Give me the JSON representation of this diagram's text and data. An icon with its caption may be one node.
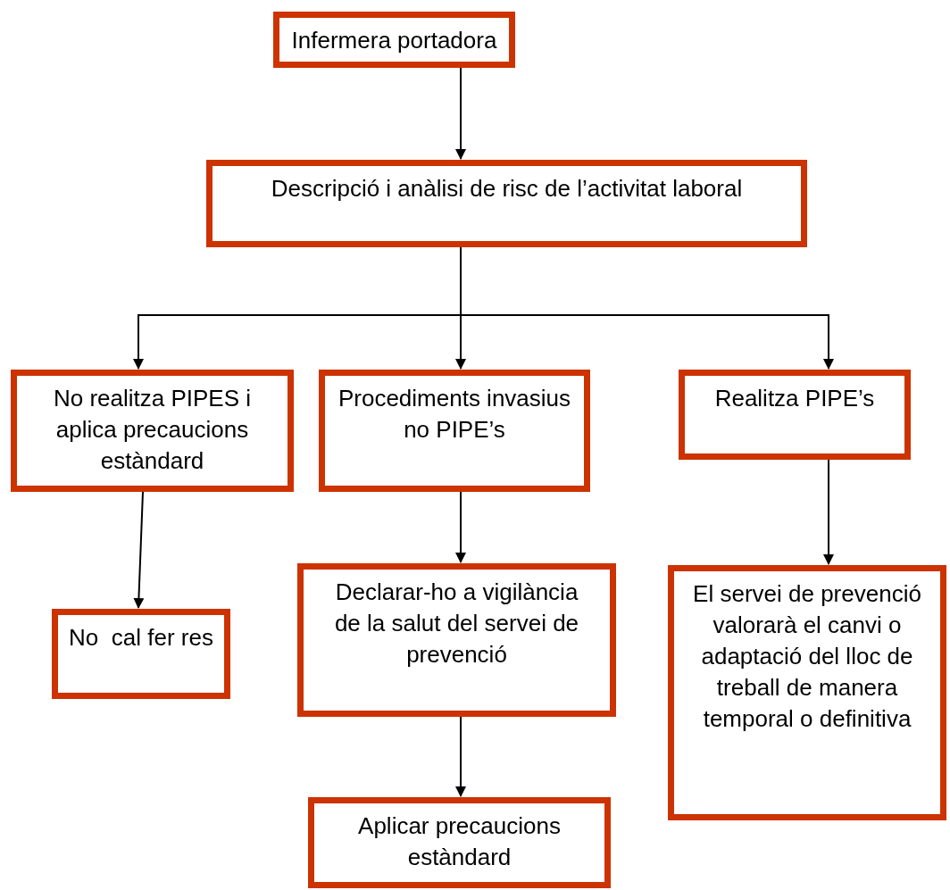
{
  "diagram": {
    "nodes": [
      {
        "text": [
          "Infermera portadora"
        ]
      },
      {
        "text": [
          "Descripció i anàlisi de risc de l’activitat laboral"
        ]
      },
      {
        "text": [
          "No realitza PIPES i aplica precaucions estàndard"
        ]
      },
      {
        "text": [
          "Procediments invasius no PIPE’s"
        ]
      },
      {
        "text": [
          "Realitza PIPE’s"
        ]
      },
      {
        "text": [
          "No  cal fer res"
        ]
      },
      {
        "text": [
          "Declarar-ho a vigilància de la salut del servei de prevenció"
        ]
      },
      {
        "text": [
          "El servei de prevenció valorarà el canvi o adaptació del lloc de treball de manera temporal o definitiva"
        ]
      },
      {
        "text": [
          "Aplicar precaucions estàndard"
        ]
      }
    ],
    "edges": [
      {
        "from": 0,
        "to": 1,
        "arrow": "to"
      },
      {
        "from": 1,
        "to": 2,
        "arrow": "to"
      },
      {
        "from": 1,
        "to": 3,
        "arrow": "to"
      },
      {
        "from": 1,
        "to": 4,
        "arrow": "to"
      },
      {
        "from": 2,
        "to": 5,
        "arrow": "to"
      },
      {
        "from": 3,
        "to": 6,
        "arrow": "to"
      },
      {
        "from": 4,
        "to": 7,
        "arrow": "to"
      },
      {
        "from": 6,
        "to": 8,
        "arrow": "to"
      }
    ]
  }
}
